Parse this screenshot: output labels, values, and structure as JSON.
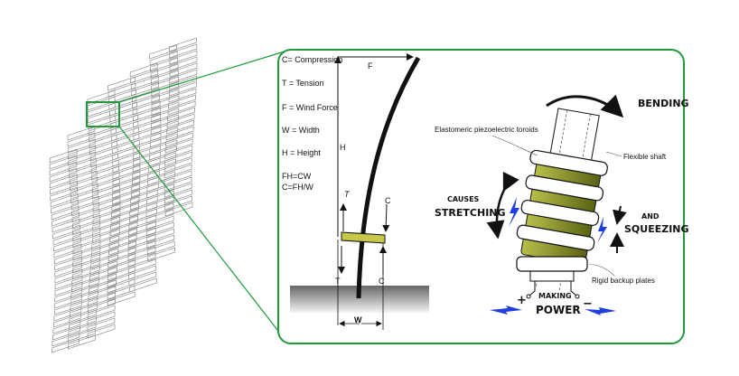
{
  "legend": {
    "compression": "C= Compression",
    "tension": "T = Tension",
    "wind_force": "F = Wind Force",
    "width": "W = Width",
    "height": "H = Height",
    "formula1": "FH=CW",
    "formula2": "C=FH/W"
  },
  "force_diagram": {
    "f": "F",
    "h": "H",
    "t_top": "T",
    "c_top": "C",
    "t_bottom": "T",
    "c_bottom": "C",
    "w": "W"
  },
  "mechanism": {
    "bending": "BENDING",
    "toroids": "Elastomeric piezoelectric toroids",
    "shaft": "Flexible shaft",
    "causes": "CAUSES",
    "stretching": "STRETCHING",
    "and": "AND",
    "squeezing": "SQUEEZING",
    "plates": "Rigid backup plates",
    "making": "MAKING",
    "power": "POWER",
    "plus": "+",
    "minus": "−"
  },
  "colors": {
    "frame": "#1f9a3c",
    "toroid": "#8f9a2a",
    "lightning": "#1f3de0"
  }
}
